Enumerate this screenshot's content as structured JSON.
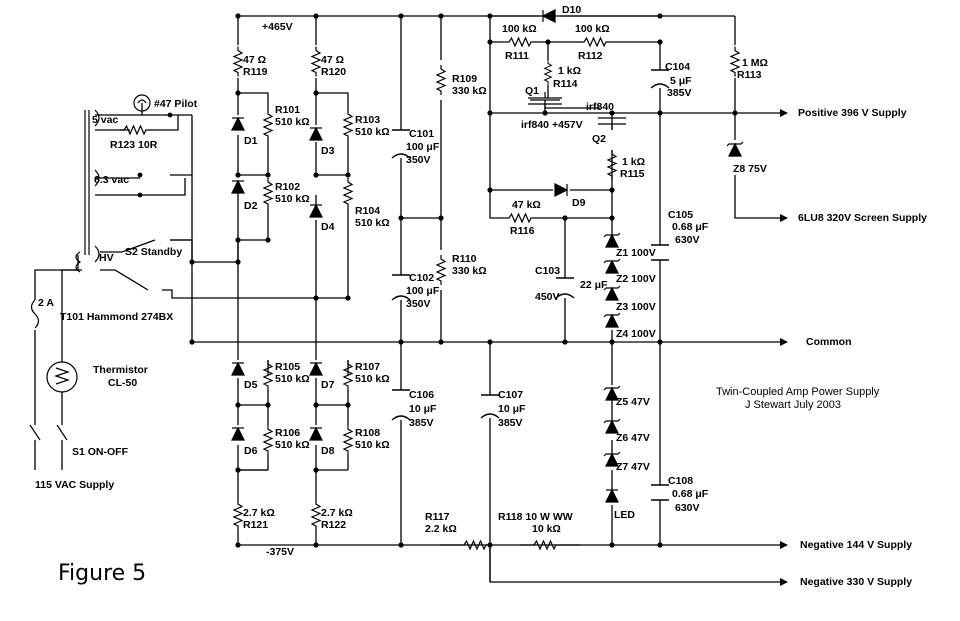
{
  "figure_label": "Figure 5",
  "title": {
    "line1": "Twin-Coupled Amp Power Supply",
    "line2": "J Stewart    July 2003"
  },
  "outputs": {
    "positive_396": "Positive 396 V Supply",
    "screen_320": "6LU8 320V Screen Supply",
    "common": "Common",
    "negative_144": "Negative 144 V Supply",
    "negative_330": "Negative 330 V Supply"
  },
  "rails": {
    "plus465": "+465V",
    "minus375": "-375V",
    "plus457": "+457V"
  },
  "transformer": {
    "name": "T101 Hammond 274BX",
    "w5": "5 vac",
    "w63": "6.3 vac",
    "hv": "HV",
    "pilot": "#47 Pilot",
    "r123": "R123  10R"
  },
  "line_side": {
    "fuse": "2 A",
    "thermistor": "Thermistor",
    "thermistor_part": "CL-50",
    "s1": "S1  ON-OFF",
    "s2": "S2 Standby",
    "supply": "115 VAC Supply"
  },
  "resistors": {
    "r119": [
      "47 Ω",
      "R119"
    ],
    "r120": [
      "47 Ω",
      "R120"
    ],
    "r101": [
      "R101",
      "510 kΩ"
    ],
    "r102": [
      "R102",
      "510 kΩ"
    ],
    "r103": [
      "R103",
      "510 kΩ"
    ],
    "r104": [
      "R104",
      "510 kΩ"
    ],
    "r105": [
      "R105",
      "510 kΩ"
    ],
    "r106": [
      "R106",
      "510 kΩ"
    ],
    "r107": [
      "R107",
      "510 kΩ"
    ],
    "r108": [
      "R108",
      "510 kΩ"
    ],
    "r121": [
      "2.7 kΩ",
      "R121"
    ],
    "r122": [
      "2.7 kΩ",
      "R122"
    ],
    "r109": [
      "R109",
      "330 kΩ"
    ],
    "r110": [
      "R110",
      "330 kΩ"
    ],
    "r111": [
      "100 kΩ",
      "R111"
    ],
    "r112": [
      "100 kΩ",
      "R112"
    ],
    "r113": [
      "1 MΩ",
      "R113"
    ],
    "r114": [
      "1 kΩ",
      "R114"
    ],
    "r115": [
      "1 kΩ",
      "R115"
    ],
    "r116": [
      "47 kΩ",
      "R116"
    ],
    "r117": [
      "R117",
      "2.2 kΩ"
    ],
    "r118": [
      "R118    10 W WW",
      "10 kΩ"
    ]
  },
  "capacitors": {
    "c101": [
      "C101",
      "100 μF",
      "350V"
    ],
    "c102": [
      "C102",
      "100 μF",
      "350V"
    ],
    "c106": [
      "C106",
      "10 μF",
      "385V"
    ],
    "c107": [
      "C107",
      "10 μF",
      "385V"
    ],
    "c103": [
      "C103",
      "22 μF",
      "450V"
    ],
    "c104": [
      "C104",
      "5 μF",
      "385V"
    ],
    "c105": [
      "C105",
      "0.68 μF",
      "630V"
    ],
    "c108": [
      "C108",
      "0.68 μF",
      "630V"
    ]
  },
  "diodes": [
    "D1",
    "D2",
    "D3",
    "D4",
    "D5",
    "D6",
    "D7",
    "D8",
    "D9",
    "D10"
  ],
  "zeners": {
    "z1": "Z1 100V",
    "z2": "Z2 100V",
    "z3": "Z3 100V",
    "z4": "Z4 100V",
    "z5": "Z5 47V",
    "z6": "Z6 47V",
    "z7": "Z7 47V",
    "z8": "Z8 75V"
  },
  "semis": {
    "q1": "Q1",
    "q1p": "irf840",
    "q2": "Q2",
    "q2p": "irf840",
    "led": "LED"
  }
}
